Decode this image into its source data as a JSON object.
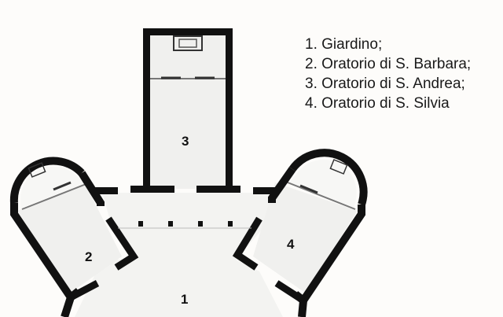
{
  "legend": {
    "items": [
      "1. Giardino;",
      "2. Oratorio di S. Barbara;",
      "3. Oratorio di S. Andrea;",
      "4. Oratorio di S. Silvia"
    ]
  },
  "rooms": {
    "room_1": "1",
    "room_2": "2",
    "room_3": "3",
    "room_4": "4"
  },
  "colors": {
    "wall": "#111111",
    "fill": "#f0f0ee",
    "background": "#fdfcfa"
  }
}
